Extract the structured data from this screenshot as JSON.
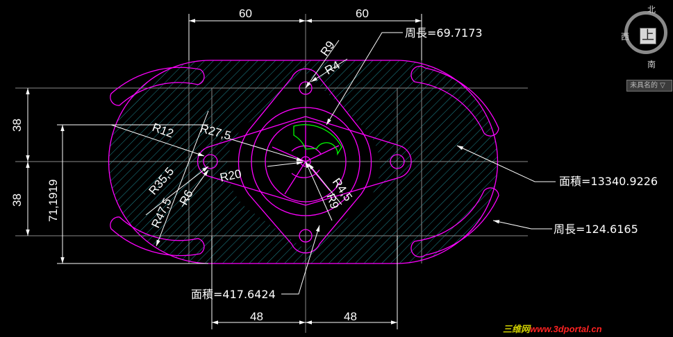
{
  "dimensions": {
    "top_left": "60",
    "top_right": "60",
    "bottom_left": "48",
    "bottom_right": "48",
    "left_upper": "38",
    "left_lower": "38",
    "left_total": "71,1919"
  },
  "radii": {
    "r9_top": "R9",
    "r4": "R4",
    "r12": "R12",
    "r27_5": "R27,5",
    "r20": "R20",
    "r35_5": "R35,5",
    "r6": "R6",
    "r47_5": "R47,5",
    "r4_5": "R4,5",
    "r9_bottom": "R9"
  },
  "annotations": {
    "perimeter_inner": "周長=69.7173",
    "area_outer": "面積=13340.9226",
    "perimeter_outer": "周長=124.6165",
    "area_inner": "面積=417.6424"
  },
  "viewcube": {
    "north": "北",
    "west": "西",
    "south": "南",
    "top_face": "上",
    "ucs_menu": "未具名的 ▽"
  },
  "watermark": {
    "prefix": "三维网",
    "site": "www.3dportal.cn"
  },
  "colors": {
    "background": "#000000",
    "profile": "#ff00ff",
    "hatch": "#1f8a94",
    "highlight": "#00ff00",
    "dimension": "#ffffff",
    "construction": "#8a8a8a"
  }
}
